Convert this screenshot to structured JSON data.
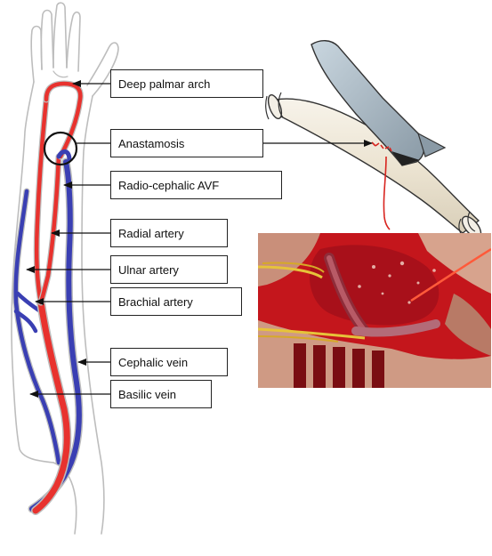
{
  "labels": {
    "deep_palmar_arch": "Deep palmar arch",
    "anastomosis": "Anastamosis",
    "radio_cephalic_avf": "Radio-cephalic AVF",
    "radial_artery": "Radial artery",
    "ulnar_artery": "Ulnar artery",
    "brachial_artery": "Brachial artery",
    "cephalic_vein": "Cephalic vein",
    "basilic_vein": "Basilic vein"
  },
  "colors": {
    "artery": "#e8322e",
    "vein": "#3a3fb3",
    "outline": "#bdbdbd",
    "surgical_field": "#c4161c",
    "suture": "#d8241f",
    "instrument": "#a8b8c4"
  }
}
